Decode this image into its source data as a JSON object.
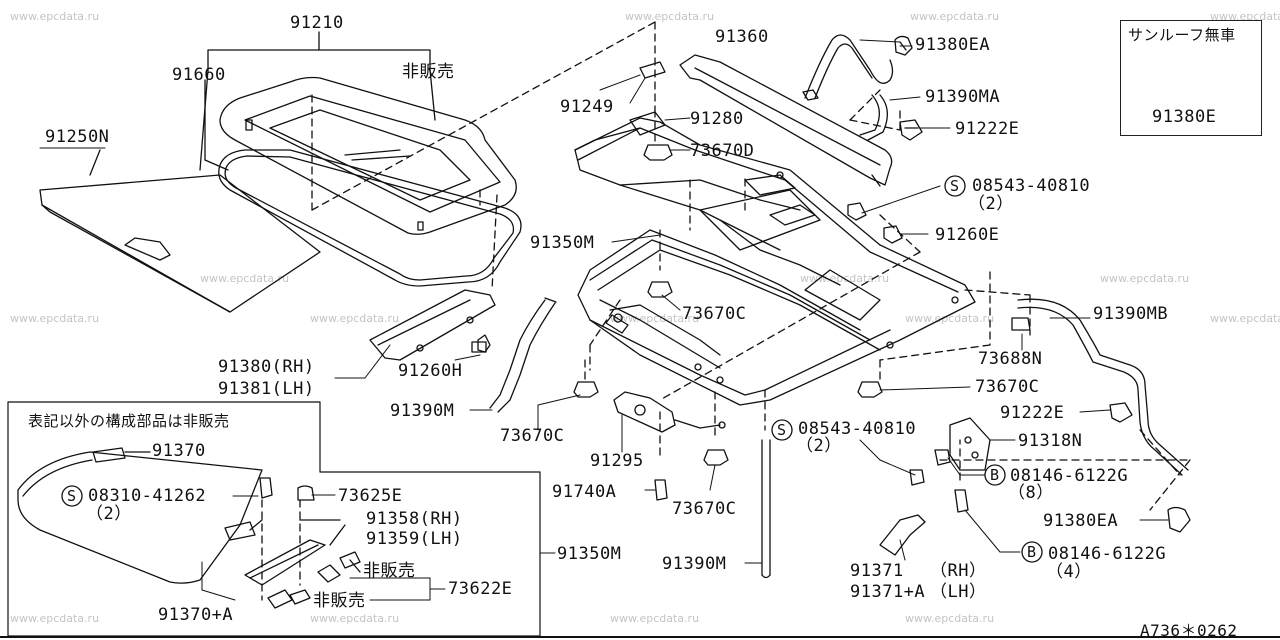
{
  "watermark": "www.epcdata.ru",
  "doc_id": "A736＊0262",
  "inset_right": {
    "title": "サンルーフ無車",
    "part": "91380E"
  },
  "inset_left": {
    "title": "表記以外の構成部品は非販売"
  },
  "labels": {
    "p91210": "91210",
    "p91660": "91660",
    "not_for_sale_top": "非販売",
    "p91250N": "91250N",
    "p91360": "91360",
    "p91380EA_top": "91380EA",
    "p91390MA": "91390MA",
    "p91222E_top": "91222E",
    "p91249": "91249",
    "p91280": "91280",
    "p73670D": "73670D",
    "bolt_08543_top": "08543-40810",
    "qty_2_top": "（2）",
    "p91260E": "91260E",
    "p91350M_mid": "91350M",
    "p73670C_mid": "73670C",
    "p91390MB": "91390MB",
    "p73688N": "73688N",
    "p73670C_right": "73670C",
    "p91380RH": "91380(RH)",
    "p91381LH": "91381(LH)",
    "p91260H": "91260H",
    "p91390M_left": "91390M",
    "p73670C_left": "73670C",
    "bolt_08543_mid": "08543-40810",
    "qty_2_mid": "（2）",
    "p91318N": "91318N",
    "p91222E_right": "91222E",
    "bolt_08146_a": "08146-6122G",
    "qty_8": "（8）",
    "p91295": "91295",
    "p91740A": "91740A",
    "p73670C_bottom": "73670C",
    "p91380EA_bottom": "91380EA",
    "bolt_08146_b": "08146-6122G",
    "qty_4": "（4）",
    "p91390M_bottom": "91390M",
    "p91371": "91371",
    "p91371A": "91371+A",
    "rh": "（RH）",
    "lh": "（LH）",
    "p91370": "91370",
    "bolt_08310": "08310-41262",
    "qty_2_inset": "（2）",
    "p73625E": "73625E",
    "p91358RH": "91358(RH)",
    "p91359LH": "91359(LH)",
    "p91350M_inset": "91350M",
    "not_for_sale_1": "非販売",
    "not_for_sale_2": "非販売",
    "p73622E": "73622E",
    "p91370A": "91370+A"
  },
  "markers": {
    "S": "S",
    "B": "B"
  }
}
